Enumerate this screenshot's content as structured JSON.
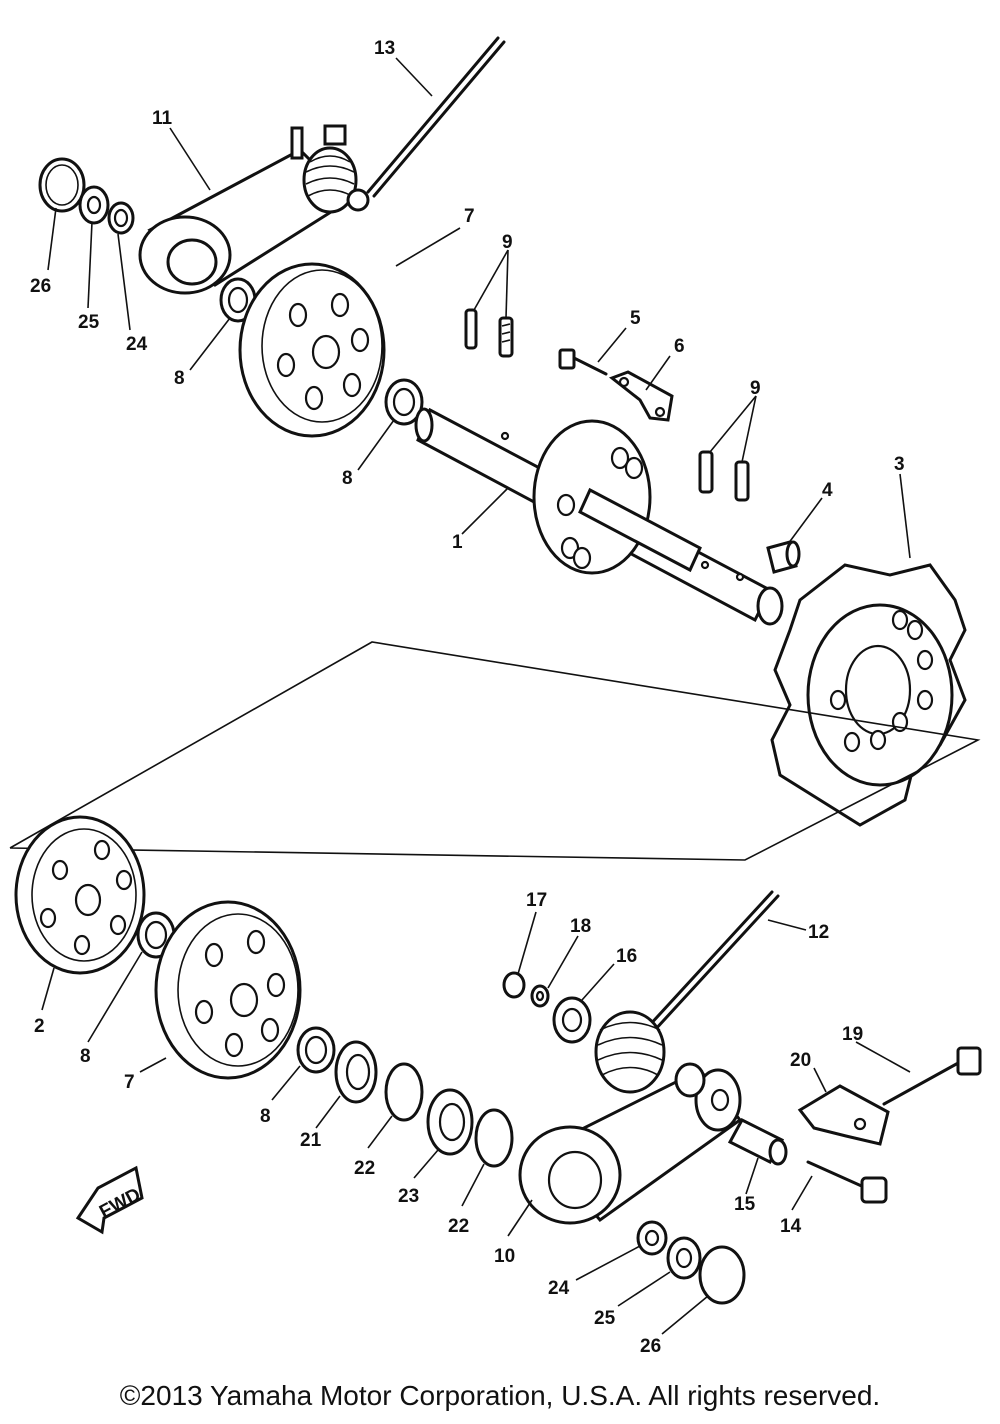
{
  "labels": {
    "l13": "13",
    "l11": "11",
    "l26a": "26",
    "l25a": "25",
    "l24a": "24",
    "l8a": "8",
    "l7a": "7",
    "l9a": "9",
    "l5": "5",
    "l6": "6",
    "l8b": "8",
    "l9b": "9",
    "l3": "3",
    "l4": "4",
    "l1": "1",
    "l17": "17",
    "l18": "18",
    "l16": "16",
    "l12": "12",
    "l2": "2",
    "l8c": "8",
    "l7b": "7",
    "l8d": "8",
    "l21": "21",
    "l22a": "22",
    "l23": "23",
    "l22b": "22",
    "l19": "19",
    "l20": "20",
    "l15": "15",
    "l14": "14",
    "l10": "10",
    "l24b": "24",
    "l25b": "25",
    "l26b": "26",
    "fwd": "FWD"
  },
  "footer": {
    "copyright": "©2013 Yamaha Motor Corporation, U.S.A. All rights reserved."
  }
}
